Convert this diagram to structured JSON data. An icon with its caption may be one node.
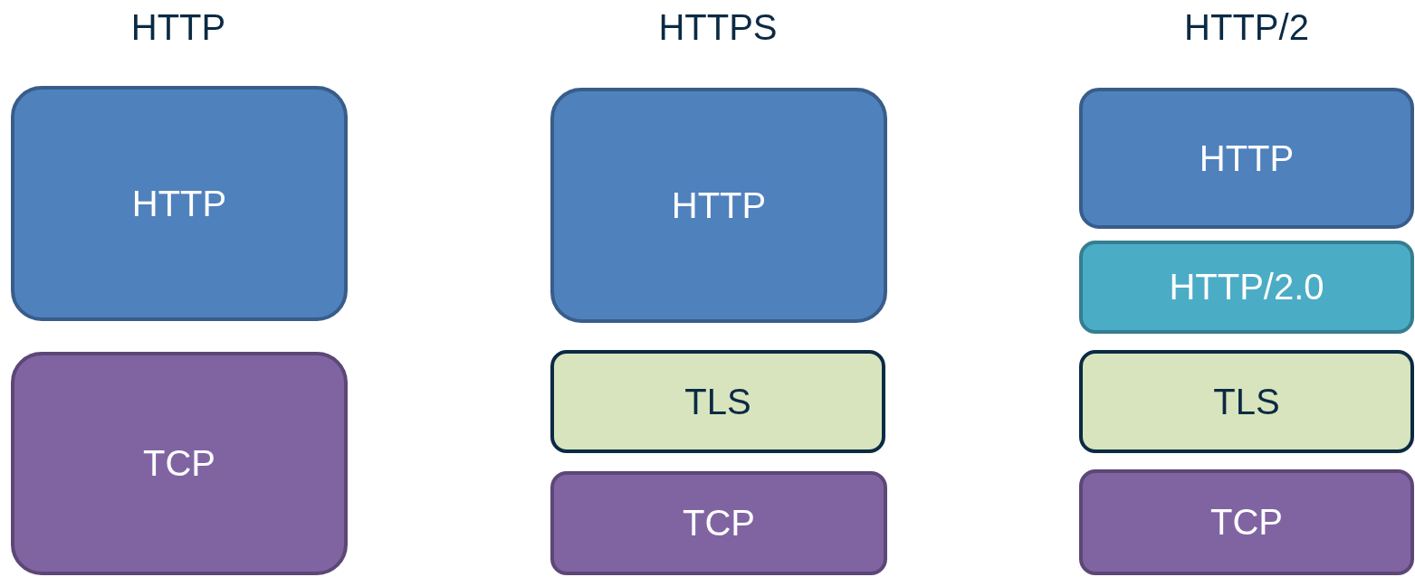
{
  "diagram": {
    "nodes": [
      {
        "text": [
          "HTTP"
        ]
      },
      {
        "text": [
          "TCP"
        ]
      },
      {
        "text": [
          "HTTP"
        ]
      },
      {
        "text": [
          "TLS"
        ]
      },
      {
        "text": [
          "TCP"
        ]
      },
      {
        "text": [
          "HTTP"
        ]
      },
      {
        "text": [
          "HTTP/2.0"
        ]
      },
      {
        "text": [
          "TLS"
        ]
      },
      {
        "text": [
          "TCP"
        ]
      }
    ],
    "labels": [
      "HTTP",
      "HTTPS",
      "HTTP/2"
    ]
  }
}
